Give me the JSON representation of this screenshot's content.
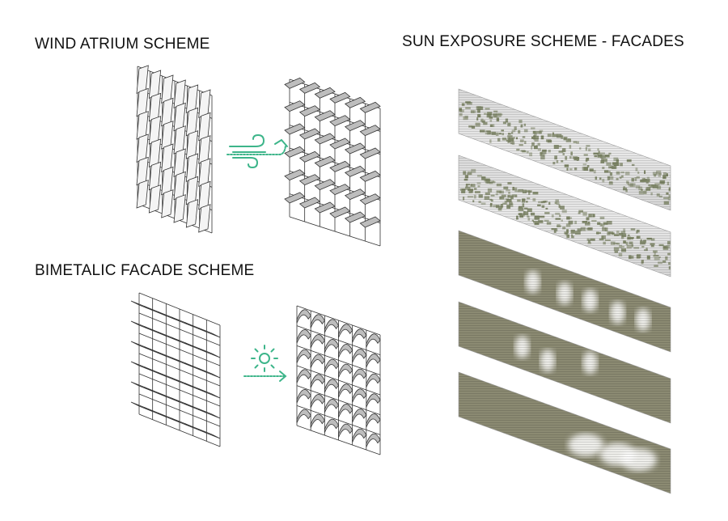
{
  "titles": {
    "wind": "WIND ATRIUM SCHEME",
    "bimetalic": "BIMETALIC FACADE SCHEME",
    "sun": "SUN EXPOSURE SCHEME - FACADES"
  },
  "icons": {
    "wind": "wind-icon",
    "sun": "sun-icon",
    "accent_color": "#3db58a"
  },
  "facade_strips": [
    {
      "pattern": "speckled"
    },
    {
      "pattern": "speckled"
    },
    {
      "pattern": "blobs"
    },
    {
      "pattern": "blobs"
    },
    {
      "pattern": "blobs"
    }
  ]
}
